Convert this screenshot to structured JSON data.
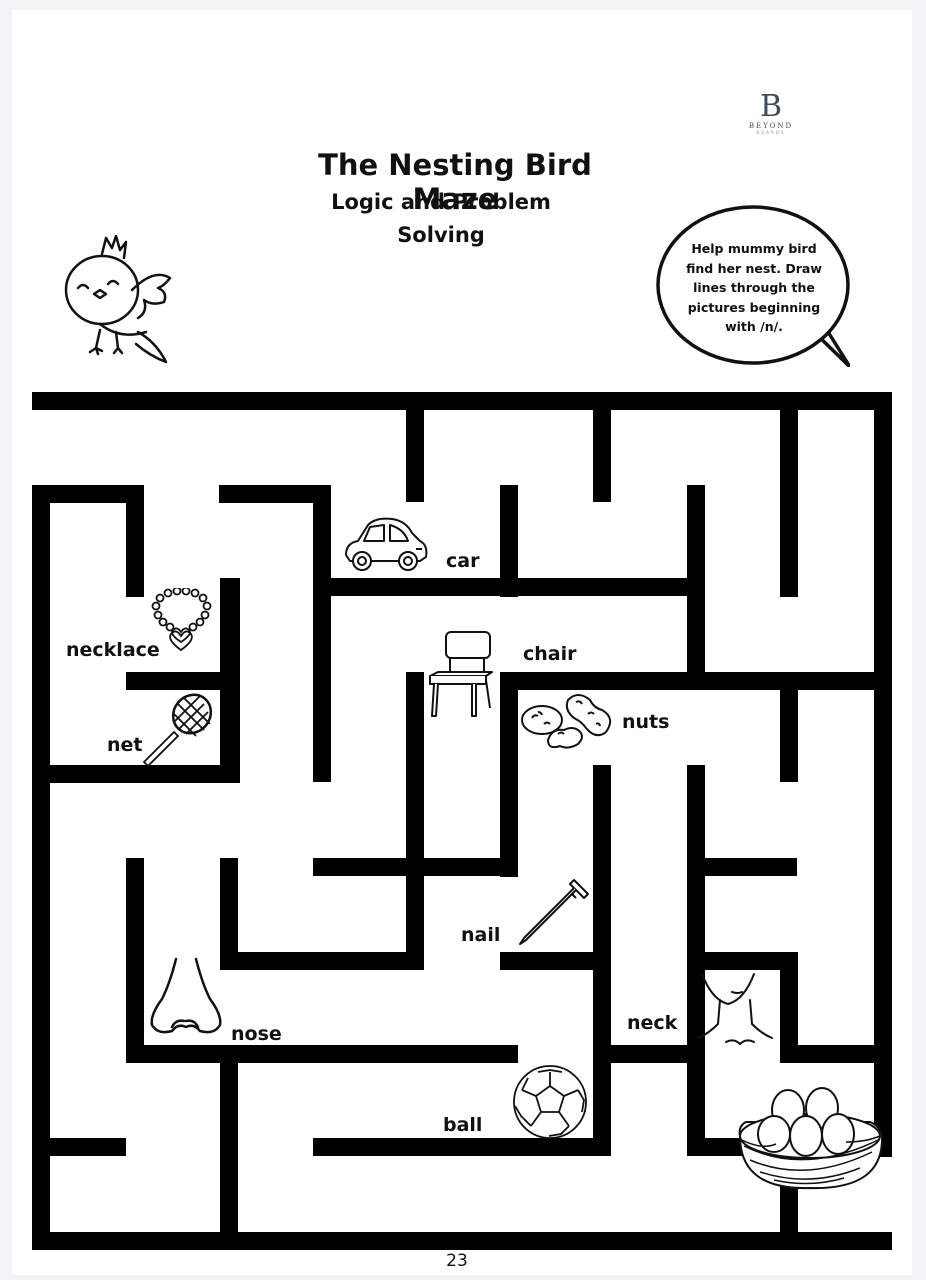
{
  "header": {
    "title": "The Nesting Bird Maze",
    "subtitle_line1": "Logic and Problem",
    "subtitle_line2": "Solving"
  },
  "logo": {
    "letter": "B",
    "name": "BEYOND",
    "tagline": "BOARDS"
  },
  "speech_bubble": {
    "text": "Help mummy bird find her nest. Draw lines through the pictures beginning with /n/."
  },
  "maze": {
    "labels": {
      "car": "car",
      "chair": "chair",
      "necklace": "necklace",
      "nuts": "nuts",
      "net": "net",
      "nail": "nail",
      "nose": "nose",
      "neck": "neck",
      "ball": "ball"
    },
    "icons": [
      "car-icon",
      "chair-icon",
      "necklace-icon",
      "nuts-icon",
      "net-icon",
      "nail-icon",
      "nose-icon",
      "neck-icon",
      "ball-icon",
      "nest-icon",
      "bird-icon"
    ]
  },
  "footer": {
    "page_number": "23"
  },
  "colors": {
    "wall": "#000000",
    "page": "#ffffff",
    "background": "#f3f4f6"
  }
}
